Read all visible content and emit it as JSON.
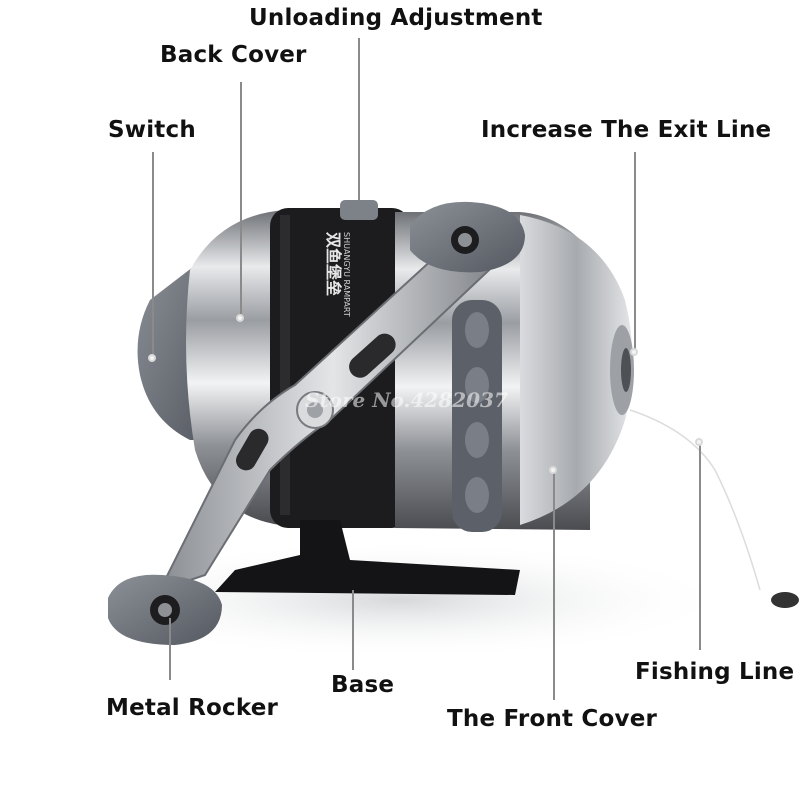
{
  "photo": {
    "subject": "spincast-fishing-reel",
    "brand_text_cn": "双鱼堡垒",
    "brand_text_en": "SHUANGYU RAMPART",
    "watermark": "Store No.4282037"
  },
  "callouts": {
    "unloading_adjustment": "Unloading Adjustment",
    "back_cover": "Back Cover",
    "switch": "Switch",
    "increase_exit_line": "Increase The Exit Line",
    "metal_rocker": "Metal Rocker",
    "base": "Base",
    "front_cover": "The Front Cover",
    "fishing_line": "Fishing Line"
  },
  "colors": {
    "background": "#ffffff",
    "chrome": "#b9bcc0",
    "black_band": "#1c1c1e",
    "grey_rubber": "#6f737a",
    "label_text": "#111111",
    "leader_line": "#8a8a8a"
  }
}
